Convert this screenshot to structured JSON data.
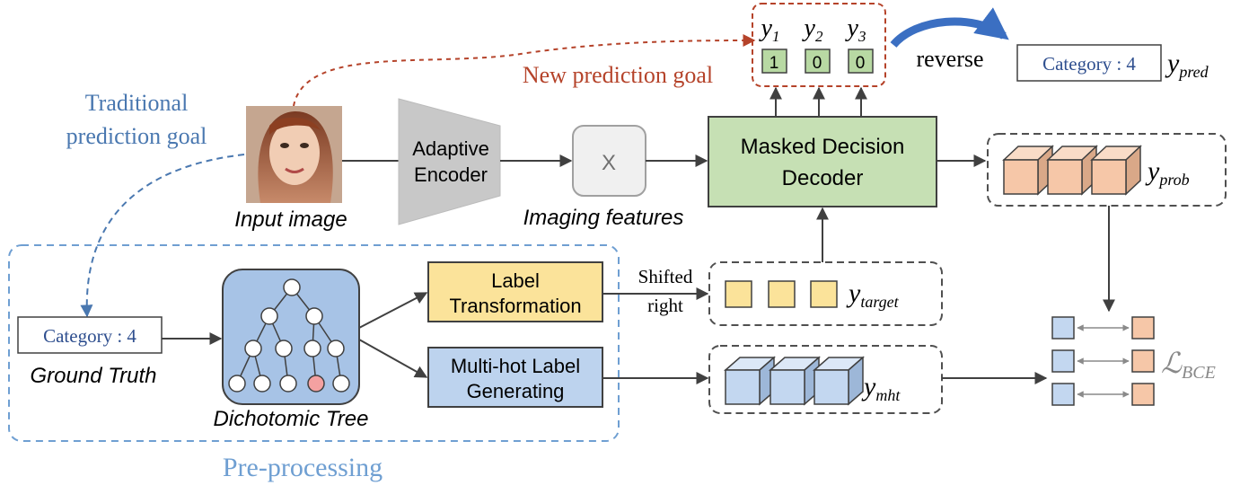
{
  "labels": {
    "traditional_goal_line1": "Traditional",
    "traditional_goal_line2": "prediction goal",
    "new_goal": "New prediction goal",
    "input_image": "Input image",
    "encoder_line1": "Adaptive",
    "encoder_line2": "Encoder",
    "x_symbol": "X",
    "imaging_features": "Imaging features",
    "decoder_line1": "Masked Decision",
    "decoder_line2": "Decoder",
    "reverse": "reverse",
    "category_pred": "Category : 4",
    "category_gt": "Category : 4",
    "ground_truth": "Ground Truth",
    "dichotomic_tree": "Dichotomic Tree",
    "label_trans_line1": "Label",
    "label_trans_line2": "Transformation",
    "multihot_line1": "Multi-hot Label",
    "multihot_line2": "Generating",
    "shifted_line1": "Shifted",
    "shifted_line2": "right",
    "preprocessing": "Pre-processing"
  },
  "outputs": {
    "y1": {
      "base": "y",
      "sub": "1",
      "value": "1"
    },
    "y2": {
      "base": "y",
      "sub": "2",
      "value": "0"
    },
    "y3": {
      "base": "y",
      "sub": "3",
      "value": "0"
    }
  },
  "symbols": {
    "y_pred": {
      "base": "y",
      "sub": "pred"
    },
    "y_prob": {
      "base": "y",
      "sub": "prob"
    },
    "y_target": {
      "base": "y",
      "sub": "target"
    },
    "y_mht": {
      "base": "y",
      "sub": "mht"
    },
    "loss": {
      "base": "ℒ",
      "sub": "BCE"
    }
  },
  "colors": {
    "traditional_blue": "#4a78b0",
    "new_goal_red": "#b5432a",
    "preprocess_blue": "#6f9fd2",
    "decoder_green": "#c6e0b4",
    "label_yellow": "#fbe39a",
    "multihot_blue": "#bdd3ee",
    "tree_bg": "#a7c3e6",
    "tree_highlight": "#f4a1a1",
    "cube_orange": "#f6c7a8",
    "cube_blue": "#c3d7f0",
    "output_green": "#b8d9a3"
  }
}
